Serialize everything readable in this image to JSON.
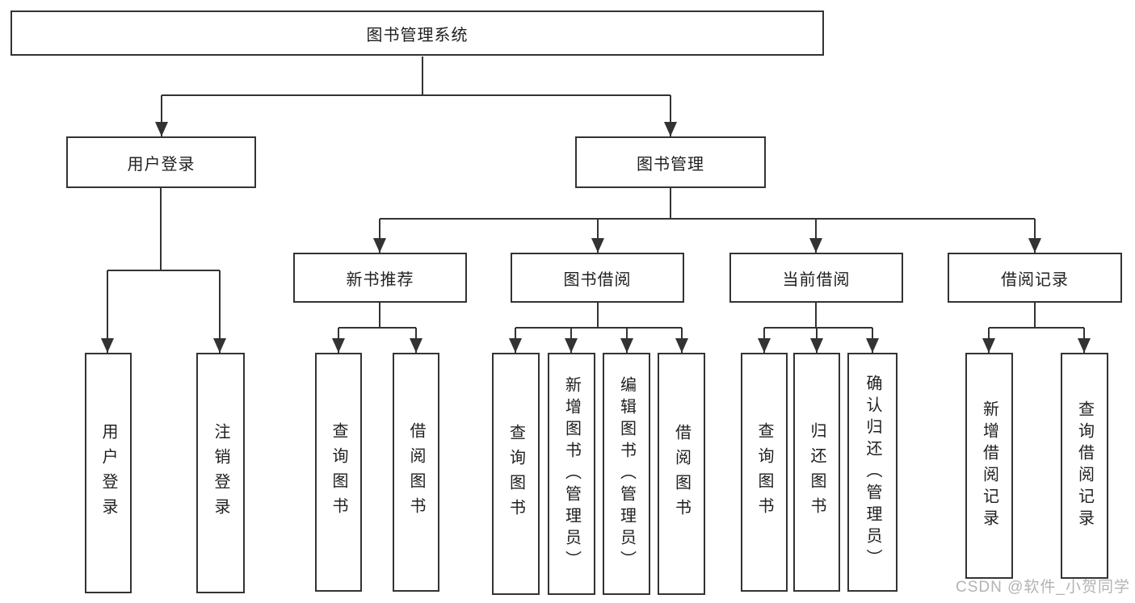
{
  "diagram": {
    "root": {
      "label": "图书管理系统"
    },
    "level2": [
      {
        "label": "用户登录"
      },
      {
        "label": "图书管理"
      }
    ],
    "level3": [
      {
        "label": "新书推荐"
      },
      {
        "label": "图书借阅"
      },
      {
        "label": "当前借阅"
      },
      {
        "label": "借阅记录"
      }
    ],
    "leaves": {
      "user_login": [
        {
          "label": "用户登录"
        },
        {
          "label": "注销登录"
        }
      ],
      "new_book": [
        {
          "label": "查询图书"
        },
        {
          "label": "借阅图书"
        }
      ],
      "book_borrow": [
        {
          "label": "查询图书"
        },
        {
          "label": "新增图书（管理员）"
        },
        {
          "label": "编辑图书（管理员）"
        },
        {
          "label": "借阅图书"
        }
      ],
      "current_borrow": [
        {
          "label": "查询图书"
        },
        {
          "label": "归还图书"
        },
        {
          "label": "确认归还（管理员）"
        }
      ],
      "borrow_record": [
        {
          "label": "新增借阅记录"
        },
        {
          "label": "查询借阅记录"
        }
      ]
    },
    "watermark": "CSDN @软件_小贺同学",
    "colors": {
      "line": "#333333",
      "box_border": "#333333",
      "text": "#1f1f1f",
      "watermark": "#b3b3b3",
      "background": "#ffffff"
    }
  }
}
